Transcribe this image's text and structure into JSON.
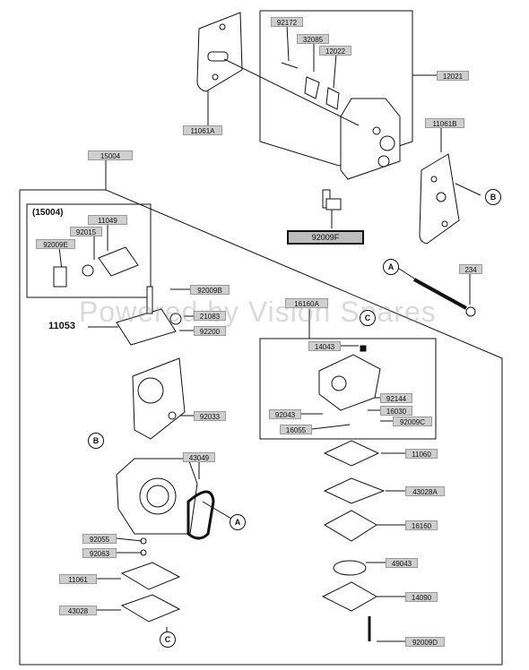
{
  "watermark": "Powered by Vision Spares",
  "labels": {
    "l92172": "92172",
    "l32085": "32085",
    "l12022": "12022",
    "l12021": "12021",
    "l11061A": "11061A",
    "l11061B": "11061B",
    "l15004": "15004",
    "l92009F": "92009F",
    "l234": "234",
    "l15004p": "(15004)",
    "l11049": "11049",
    "l92015": "92015",
    "l92009E": "92009E",
    "l92009B": "92009B",
    "l21083": "21083",
    "l11053": "11053",
    "l92200": "92200",
    "l16160A": "16160A",
    "l14043": "14043",
    "l92144": "92144",
    "l16030": "16030",
    "l92043": "92043",
    "l92009C": "92009C",
    "l16055": "16055",
    "l92033": "92033",
    "l43049": "43049",
    "l11060": "11060",
    "l43028A": "43028A",
    "l16160": "16160",
    "l92055": "92055",
    "l92063": "92063",
    "l49043": "49043",
    "l11061": "11061",
    "l14090": "14090",
    "l43028": "43028",
    "l92009D": "92009D"
  },
  "refs": {
    "a1": "A",
    "a2": "A",
    "b1": "B",
    "b2": "B",
    "c1": "C",
    "c2": "C"
  }
}
